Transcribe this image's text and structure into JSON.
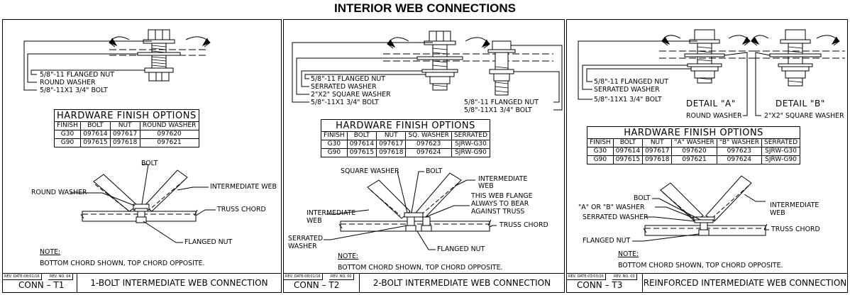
{
  "title": "INTERIOR WEB CONNECTIONS",
  "panels": [
    {
      "hw_labels": [
        "5/8\"-11 FLANGED NUT",
        "ROUND WASHER",
        "5/8\"-11X1 3/4\" BOLT"
      ],
      "table": {
        "title": "HARDWARE FINISH OPTIONS",
        "headers": [
          "FINISH",
          "BOLT",
          "NUT",
          "ROUND WASHER"
        ],
        "rows": [
          [
            "G30",
            "097614",
            "097617",
            "097620"
          ],
          [
            "G90",
            "097615",
            "097618",
            "097621"
          ]
        ]
      },
      "detail_labels": {
        "bolt": "BOLT",
        "round_washer": "ROUND WASHER",
        "intermediate_web": "INTERMEDIATE WEB",
        "truss_chord": "TRUSS CHORD",
        "flanged_nut": "FLANGED NUT"
      },
      "note_head": "NOTE:",
      "note_text": "BOTTOM CHORD SHOWN, TOP CHORD OPPOSITE.",
      "rev_date": "REV. DATE:08/01/16",
      "rev_no": "REV. NO. 04",
      "conn_id": "CONN  –  T1",
      "conn_desc": "1-BOLT INTERMEDIATE WEB CONNECTION"
    },
    {
      "hw_labels": [
        "5/8\"-11 FLANGED NUT",
        "SERRATED WASHER",
        "2\"X2\" SQUARE WASHER",
        "5/8\"-11X1 3/4\" BOLT"
      ],
      "hw_labels_right": [
        "5/8\"-11 FLANGED NUT",
        "5/8\"-11X1 3/4\" BOLT"
      ],
      "table": {
        "title": "HARDWARE FINISH OPTIONS",
        "headers": [
          "FINISH",
          "BOLT",
          "NUT",
          "SQ. WASHER",
          "SERRATED"
        ],
        "rows": [
          [
            "G30",
            "097614",
            "097617",
            "097623",
            "SJRW-G30"
          ],
          [
            "G90",
            "097615",
            "097618",
            "097624",
            "SJRW-G90"
          ]
        ]
      },
      "detail_labels": {
        "square_washer": "SQUARE WASHER",
        "bolt": "BOLT",
        "intermediate_web_right": "INTERMEDIATE WEB",
        "flange_note": [
          "THIS WEB FLANGE",
          "ALWAYS TO BEAR",
          "AGAINST TRUSS"
        ],
        "intermediate_web_left": [
          "INTERMEDIATE",
          "WEB"
        ],
        "truss_chord": "TRUSS CHORD",
        "serrated_washer": [
          "SERRATED",
          "WASHER"
        ],
        "flanged_nut": "FLANGED NUT"
      },
      "note_head": "NOTE:",
      "note_text": "BOTTOM CHORD SHOWN, TOP CHORD OPPOSITE.",
      "rev_date": "REV. DATE:08/01/16",
      "rev_no": "REV. NO. 00",
      "conn_id": "CONN  –  T2",
      "conn_desc": "2-BOLT INTERMEDIATE WEB CONNECTION"
    },
    {
      "hw_labels": [
        "5/8\"-11 FLANGED NUT",
        "SERRATED WASHER",
        "5/8\"-11X1 3/4\" BOLT"
      ],
      "detail_a": "DETAIL \"A\"",
      "detail_b": "DETAIL \"B\"",
      "detail_a_sub": "ROUND WASHER",
      "detail_b_sub": "2\"X2\" SQUARE WASHER",
      "table": {
        "title": "HARDWARE FINISH OPTIONS",
        "headers": [
          "FINISH",
          "BOLT",
          "NUT",
          "\"A\" WASHER",
          "\"B\" WASHER",
          "SERRATED"
        ],
        "rows": [
          [
            "G30",
            "097614",
            "097617",
            "097620",
            "097623",
            "SJRW-G30"
          ],
          [
            "G90",
            "097615",
            "097618",
            "097621",
            "097624",
            "SJRW-G90"
          ]
        ]
      },
      "detail_labels": {
        "bolt": "BOLT",
        "ab_washer": "\"A\" OR \"B\" WASHER",
        "serrated_washer": "SERRATED WASHER",
        "intermediate_web": [
          "INTERMEDIATE",
          "WEB"
        ],
        "truss_chord": "TRUSS CHORD",
        "flanged_nut": "FLANGED NUT"
      },
      "note_head": "NOTE:",
      "note_text": "BOTTOM CHORD SHOWN, TOP CHORD OPPOSITE.",
      "rev_date": "REV. DATE:03/03/16",
      "rev_no": "REV. NO. 03",
      "conn_id": "CONN  –  T3",
      "conn_desc": "REINFORCED INTERMEDIATE WEB CONNECTION"
    }
  ]
}
